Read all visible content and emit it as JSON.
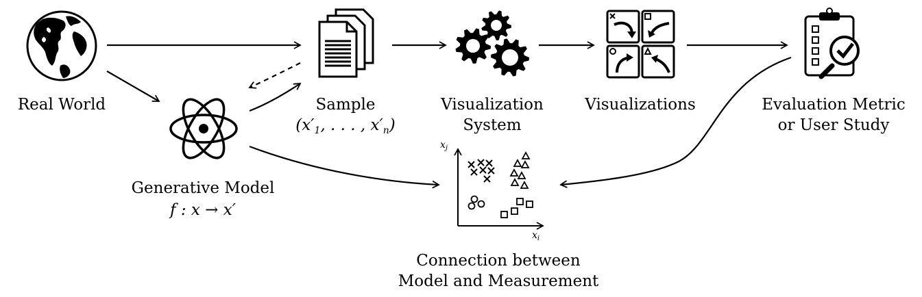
{
  "labels": {
    "real_world": "Real World",
    "sample": "Sample",
    "sample_math": "(x′1, . . . , x′n)",
    "sample_math_parts": {
      "open": "(x′",
      "sub1": "1",
      "mid": ", . . . , x′",
      "subn": "n",
      "close": ")"
    },
    "vis_system_line1": "Visualization",
    "vis_system_line2": "System",
    "visualizations": "Visualizations",
    "eval_line1": "Evaluation Metric",
    "eval_line2": "or User Study",
    "gen_model": "Generative Model",
    "gen_model_math": "f : x → x′",
    "connection_line1": "Connection between",
    "connection_line2": "Model and Measurement"
  },
  "scatter": {
    "x_axis_label": "x_i",
    "y_axis_label": "x_j",
    "x_axis_main": "x",
    "x_axis_sub": "i",
    "y_axis_main": "x",
    "y_axis_sub": "j"
  },
  "icons": [
    "globe-icon",
    "atom-icon",
    "documents-icon",
    "gears-icon",
    "visualization-grid-icon",
    "clipboard-magnifier-icon",
    "scatter-plot-icon"
  ]
}
